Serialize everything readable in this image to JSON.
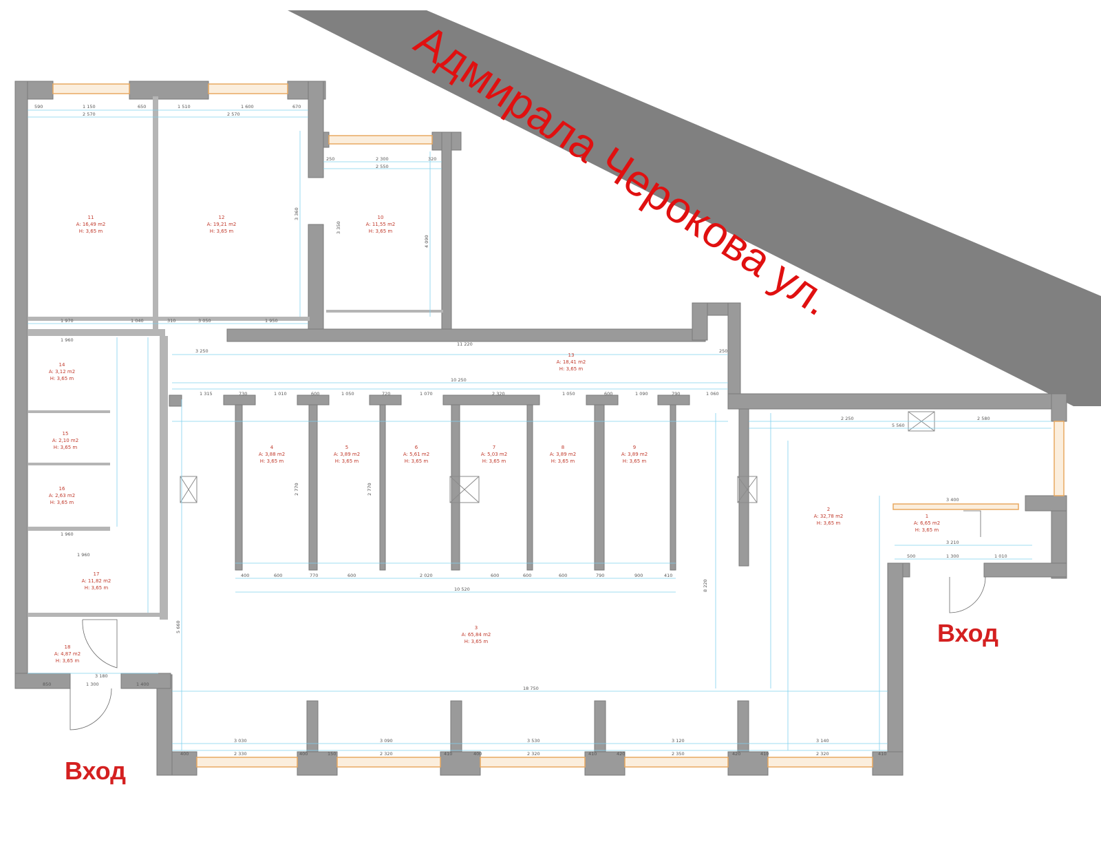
{
  "street": {
    "label": "Адмирала Черокова ул.",
    "band_color": "#7f7f7f",
    "text_color": "#e01010"
  },
  "entrances": {
    "label": "Вход",
    "color": "#d42020"
  },
  "rooms": [
    {
      "id": "r11",
      "num": "11",
      "area": "A: 16,49 m2",
      "height": "H: 3,65 m"
    },
    {
      "id": "r12",
      "num": "12",
      "area": "A: 19,21 m2",
      "height": "H: 3,65 m"
    },
    {
      "id": "r10",
      "num": "10",
      "area": "A: 11,55 m2",
      "height": "H: 3,65 m"
    },
    {
      "id": "r13",
      "num": "13",
      "area": "A: 18,41 m2",
      "height": "H: 3,65 m"
    },
    {
      "id": "r14",
      "num": "14",
      "area": "A: 3,12 m2",
      "height": "H: 3,65 m"
    },
    {
      "id": "r15",
      "num": "15",
      "area": "A: 2,10 m2",
      "height": "H: 3,65 m"
    },
    {
      "id": "r16",
      "num": "16",
      "area": "A: 2,63 m2",
      "height": "H: 3,65 m"
    },
    {
      "id": "r4",
      "num": "4",
      "area": "A: 3,88 m2",
      "height": "H: 3,65 m"
    },
    {
      "id": "r5",
      "num": "5",
      "area": "A: 3,89 m2",
      "height": "H: 3,65 m"
    },
    {
      "id": "r6",
      "num": "6",
      "area": "A: 5,61 m2",
      "height": "H: 3,65 m"
    },
    {
      "id": "r7",
      "num": "7",
      "area": "A: 5,03 m2",
      "height": "H: 3,65 m"
    },
    {
      "id": "r8",
      "num": "8",
      "area": "A: 3,89 m2",
      "height": "H: 3,65 m"
    },
    {
      "id": "r9",
      "num": "9",
      "area": "A: 3,89 m2",
      "height": "H: 3,65 m"
    },
    {
      "id": "r2",
      "num": "2",
      "area": "A: 32,78 m2",
      "height": "H: 3,65 m"
    },
    {
      "id": "r1",
      "num": "1",
      "area": "A: 6,65 m2",
      "height": "H: 3,65 m"
    },
    {
      "id": "r17",
      "num": "17",
      "area": "A: 11,82 m2",
      "height": "H: 3,65 m"
    },
    {
      "id": "r3",
      "num": "3",
      "area": "A: 65,84 m2",
      "height": "H: 3,65 m"
    },
    {
      "id": "r18",
      "num": "18",
      "area": "A: 4,87 m2",
      "height": "H: 3,65 m"
    }
  ],
  "dims": {
    "top_left": [
      "590",
      "1 150",
      "650",
      "1 510",
      "1 600",
      "670"
    ],
    "top_left_sub": [
      "2 570",
      "2 570"
    ],
    "r10_top": [
      "250",
      "2 300",
      "320"
    ],
    "r10_top_sub": "2 550",
    "mid_row": [
      "1 970",
      "1 040",
      "310",
      "3 050",
      "1 950"
    ],
    "corridor_lengths": [
      "3 250",
      "11 220",
      "250",
      "10 250"
    ],
    "cabins_top": [
      "1 315",
      "730",
      "1 010",
      "600",
      "1 050",
      "720",
      "1 070",
      "2 320",
      "1 050",
      "600",
      "1 090",
      "790",
      "1 060"
    ],
    "cabins_bottom": [
      "400",
      "600",
      "770",
      "600",
      "2 020",
      "600",
      "600",
      "600",
      "790",
      "900",
      "410"
    ],
    "cabins_total": "10 520",
    "big_hall_total": "18 750",
    "facade_top": [
      "3 030",
      "3 090",
      "3 530",
      "3 120",
      "3 140"
    ],
    "facade_bottom": [
      "400",
      "2 330",
      "400",
      "150",
      "2 320",
      "410",
      "400",
      "2 320",
      "410",
      "420",
      "2 350",
      "420",
      "410",
      "2 320",
      "410"
    ],
    "r2_top": [
      "2 250",
      "2 580"
    ],
    "r2_sub": "5 560",
    "r1_dims": [
      "3 400",
      "3 210",
      "500",
      "1 300",
      "1 010"
    ],
    "r18_dims": [
      "850",
      "1 300",
      "1 400"
    ],
    "r18_sub": "3 180",
    "left_col": [
      "1 960",
      "1 960",
      "1 960"
    ],
    "verticals": [
      "3 360",
      "4 090",
      "3 350",
      "2 770",
      "2 770",
      "8 220",
      "5 660"
    ]
  }
}
